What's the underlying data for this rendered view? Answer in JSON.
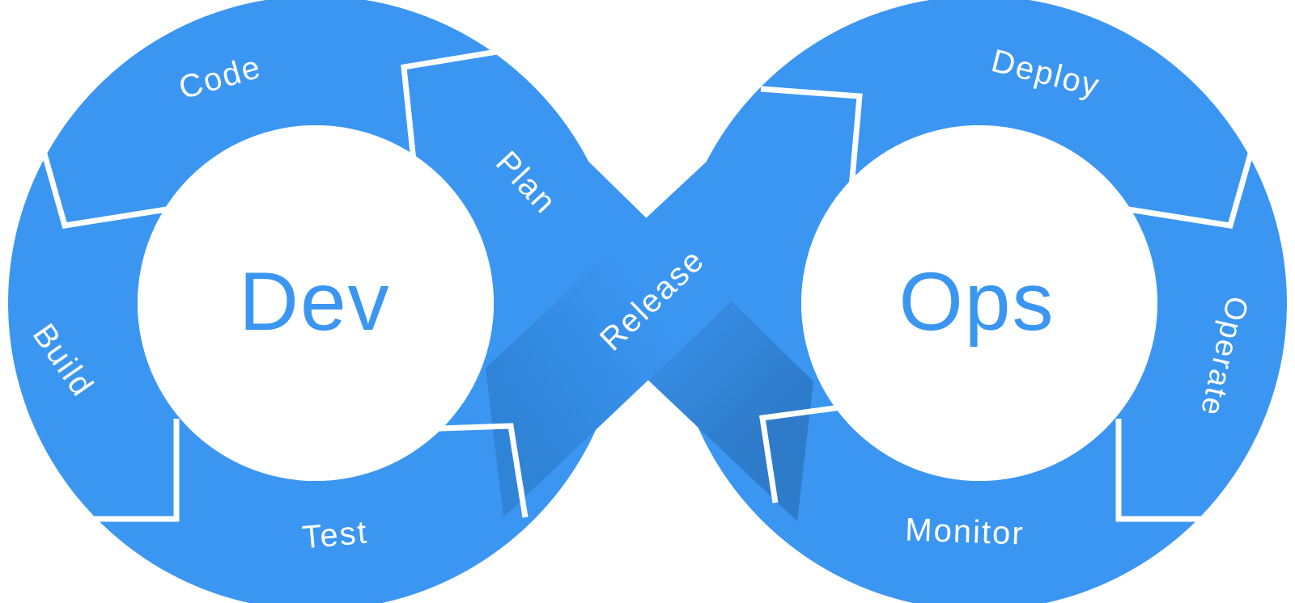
{
  "diagram": {
    "name": "devops-infinity-loop",
    "dev_loop_label": "Dev",
    "ops_loop_label": "Ops",
    "segments": [
      {
        "id": "plan",
        "label": "Plan"
      },
      {
        "id": "code",
        "label": "Code"
      },
      {
        "id": "build",
        "label": "Build"
      },
      {
        "id": "test",
        "label": "Test"
      },
      {
        "id": "release",
        "label": "Release"
      },
      {
        "id": "deploy",
        "label": "Deploy"
      },
      {
        "id": "operate",
        "label": "Operate"
      },
      {
        "id": "monitor",
        "label": "Monitor"
      }
    ],
    "colors": {
      "primary": "#3B96F2",
      "band_shadow_plan": "#2E7BC9",
      "band_shadow_release": "#2F84D8",
      "label_text": "#FFFFFF",
      "center_text": "#3B96F2",
      "divider": "#FFFFFF",
      "background": "#FFFFFF"
    }
  }
}
